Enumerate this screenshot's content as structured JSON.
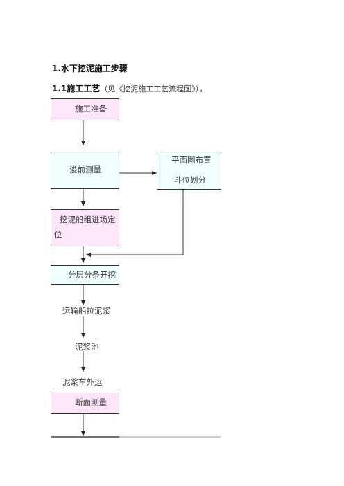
{
  "section_title": "1.水下挖泥施工步骤",
  "subsection": {
    "title": "1.1施工工艺",
    "note": "（见《挖泥施工工艺流程图》）。"
  },
  "flowchart": {
    "step_prepare": "施工准备",
    "step_survey": "浚前测量",
    "side_box": {
      "line1": "平面图布置",
      "line2": "斗位划分"
    },
    "step_position": {
      "line1": "挖泥船组进场定",
      "line2": "位"
    },
    "step_dredge": "分层分条开挖",
    "step_transport": "运输船拉泥浆",
    "step_pool": "泥浆池",
    "step_haul": "泥浆车外运",
    "step_section_survey": "断面测量"
  }
}
